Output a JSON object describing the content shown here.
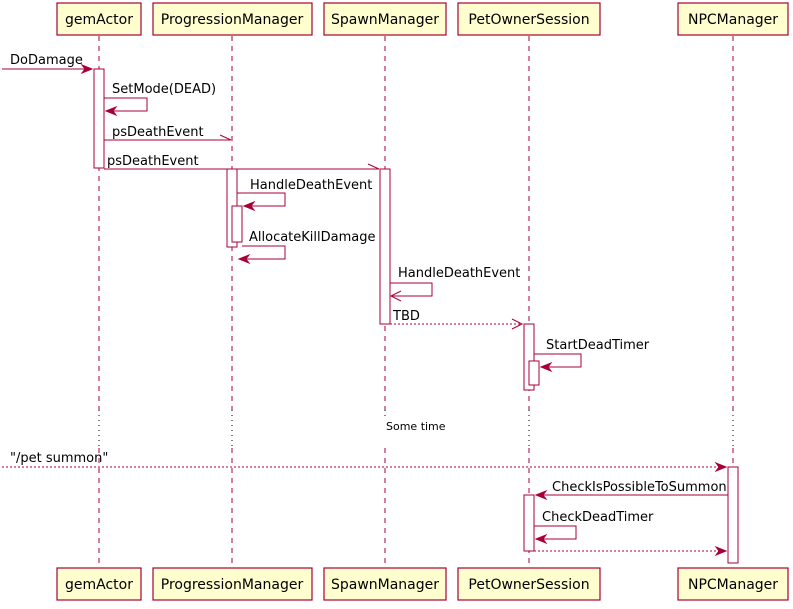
{
  "participants": [
    {
      "id": "gem",
      "label": "gemActor"
    },
    {
      "id": "prog",
      "label": "ProgressionManager"
    },
    {
      "id": "spawn",
      "label": "SpawnManager"
    },
    {
      "id": "pet",
      "label": "PetOwnerSession"
    },
    {
      "id": "npc",
      "label": "NPCManager"
    }
  ],
  "messages": [
    {
      "id": "m1",
      "from": "external",
      "to": "gem",
      "label": "DoDamage",
      "style": "sync"
    },
    {
      "id": "m2",
      "from": "gem",
      "to": "gem",
      "label": "SetMode(DEAD)",
      "style": "sync"
    },
    {
      "id": "m3",
      "from": "gem",
      "to": "prog",
      "label": "psDeathEvent",
      "style": "async"
    },
    {
      "id": "m4",
      "from": "gem",
      "to": "spawn",
      "label": "psDeathEvent",
      "style": "async"
    },
    {
      "id": "m5",
      "from": "prog",
      "to": "prog",
      "label": "HandleDeathEvent",
      "style": "sync"
    },
    {
      "id": "m6",
      "from": "prog",
      "to": "prog",
      "label": "AllocateKillDamage",
      "style": "sync"
    },
    {
      "id": "m7",
      "from": "spawn",
      "to": "spawn",
      "label": "HandleDeathEvent",
      "style": "async"
    },
    {
      "id": "m8",
      "from": "spawn",
      "to": "pet",
      "label": "TBD",
      "style": "async-dashed"
    },
    {
      "id": "m9",
      "from": "pet",
      "to": "pet",
      "label": "StartDeadTimer",
      "style": "sync"
    },
    {
      "id": "m10",
      "from": "external",
      "to": "npc",
      "label": "\"/pet summon\"",
      "style": "dashed"
    },
    {
      "id": "m11",
      "from": "npc",
      "to": "pet",
      "label": "CheckIsPossibleToSummon",
      "style": "sync"
    },
    {
      "id": "m12",
      "from": "pet",
      "to": "pet",
      "label": "CheckDeadTimer",
      "style": "sync"
    },
    {
      "id": "m13",
      "from": "pet",
      "to": "npc",
      "label": "",
      "style": "dashed"
    }
  ],
  "delay": {
    "label": "Some time"
  },
  "colors": {
    "line": "#A80036",
    "box_fill": "#FEFECE",
    "box_stroke": "#A80036"
  }
}
